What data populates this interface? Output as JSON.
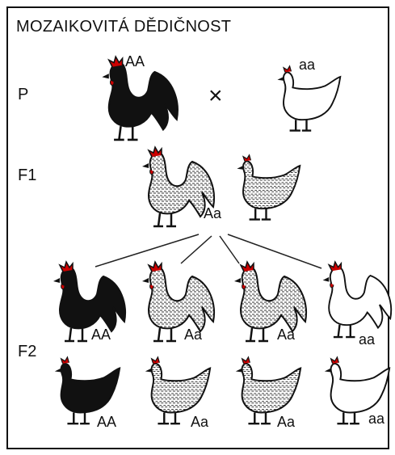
{
  "title": "MOZAIKOVITÁ DĚDIČNOST",
  "generations": {
    "p": "P",
    "f1": "F1",
    "f2": "F2"
  },
  "cross_symbol": "×",
  "p_genotypes": {
    "rooster": "AA",
    "hen": "aa"
  },
  "f1_genotype": "Aa",
  "f2_roosters": [
    "AA",
    "Aa",
    "Aa",
    "aa"
  ],
  "f2_hens": [
    "AA",
    "Aa",
    "Aa",
    "aa"
  ],
  "colors": {
    "black": "#111111",
    "white": "#ffffff",
    "speckled": "#8a8a8a",
    "line": "#222222"
  }
}
